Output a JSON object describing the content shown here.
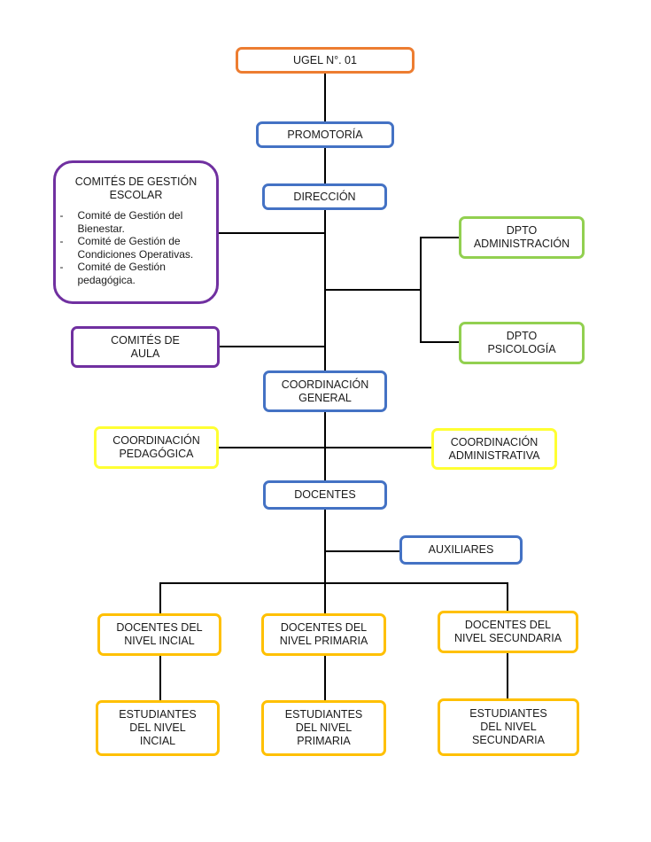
{
  "diagram": {
    "type": "org-chart",
    "nodes": {
      "ugel": {
        "line1": "UGEL N°. 01",
        "color": "#ed7d31"
      },
      "promotoria": {
        "line1": "PROMOTORÍA",
        "color": "#4472c4"
      },
      "direccion": {
        "line1": "DIRECCIÓN",
        "color": "#4472c4"
      },
      "comites_gestion": {
        "title1": "COMITÉS DE GESTIÓN",
        "title2": "ESCOLAR",
        "bullet": "-",
        "items": [
          {
            "l1": "Comité de Gestión del",
            "l2": "Bienestar."
          },
          {
            "l1": "Comité de Gestión de",
            "l2": "Condiciones Operativas."
          },
          {
            "l1": "Comité de Gestión",
            "l2": "pedagógica."
          }
        ],
        "color": "#7030a0"
      },
      "dpto_admin": {
        "line1": "DPTO",
        "line2": "ADMINISTRACIÓN",
        "color": "#92d050"
      },
      "dpto_psico": {
        "line1": "DPTO",
        "line2": "PSICOLOGÍA",
        "color": "#92d050"
      },
      "comites_aula": {
        "line1": "COMITÉS DE",
        "line2": "AULA",
        "color": "#7030a0"
      },
      "coord_general": {
        "line1": "COORDINACIÓN",
        "line2": "GENERAL",
        "color": "#4472c4"
      },
      "coord_pedagogica": {
        "line1": "COORDINACIÓN",
        "line2": "PEDAGÓGICA",
        "color": "#ffff33"
      },
      "coord_administrativa": {
        "line1": "COORDINACIÓN",
        "line2": "ADMINISTRATIVA",
        "color": "#ffff33"
      },
      "docentes": {
        "line1": "DOCENTES",
        "color": "#4472c4"
      },
      "auxiliares": {
        "line1": "AUXILIARES",
        "color": "#4472c4"
      },
      "doc_inicial": {
        "line1": "DOCENTES DEL",
        "line2": "NIVEL INCIAL",
        "color": "#ffc000"
      },
      "doc_primaria": {
        "line1": "DOCENTES DEL",
        "line2": "NIVEL PRIMARIA",
        "color": "#ffc000"
      },
      "doc_secundaria": {
        "line1": "DOCENTES DEL",
        "line2": "NIVEL SECUNDARIA",
        "color": "#ffc000"
      },
      "est_inicial": {
        "line1": "ESTUDIANTES",
        "line2": "DEL NIVEL",
        "line3": "INCIAL",
        "color": "#ffc000"
      },
      "est_primaria": {
        "line1": "ESTUDIANTES",
        "line2": "DEL NIVEL",
        "line3": "PRIMARIA",
        "color": "#ffc000"
      },
      "est_secundaria": {
        "line1": "ESTUDIANTES",
        "line2": "DEL NIVEL",
        "line3": "SECUNDARIA",
        "color": "#ffc000"
      }
    },
    "edges": [
      [
        "ugel",
        "promotoria"
      ],
      [
        "promotoria",
        "direccion"
      ],
      [
        "direccion",
        "comites_gestion"
      ],
      [
        "direccion",
        "dpto_admin"
      ],
      [
        "direccion",
        "dpto_psico"
      ],
      [
        "direccion",
        "comites_aula"
      ],
      [
        "direccion",
        "coord_general"
      ],
      [
        "coord_general",
        "coord_pedagogica"
      ],
      [
        "coord_general",
        "coord_administrativa"
      ],
      [
        "coord_general",
        "docentes"
      ],
      [
        "docentes",
        "auxiliares"
      ],
      [
        "docentes",
        "doc_inicial"
      ],
      [
        "docentes",
        "doc_primaria"
      ],
      [
        "docentes",
        "doc_secundaria"
      ],
      [
        "doc_inicial",
        "est_inicial"
      ],
      [
        "doc_primaria",
        "est_primaria"
      ],
      [
        "doc_secundaria",
        "est_secundaria"
      ]
    ]
  }
}
